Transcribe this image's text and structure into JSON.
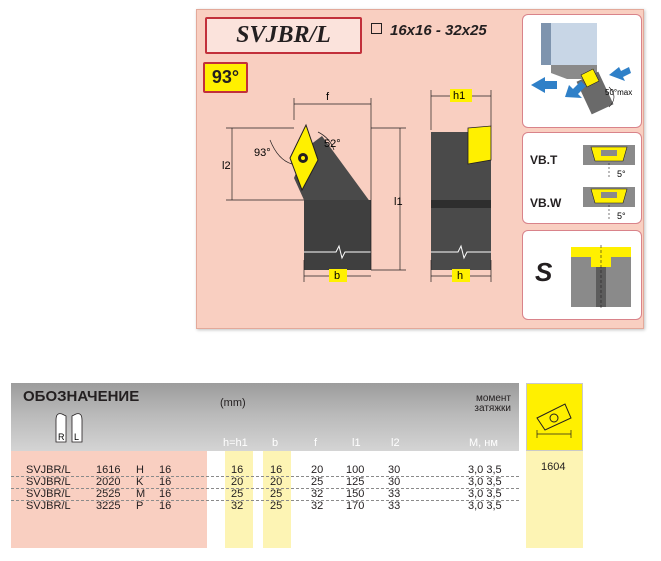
{
  "header": {
    "model": "SVJBR/L",
    "size_range": "16x16 - 32x25",
    "approach_angle": "93°"
  },
  "drawing": {
    "dim_f": "f",
    "dim_h1": "h1",
    "dim_l1": "l1",
    "dim_l2": "l2",
    "dim_b": "b",
    "dim_h": "h",
    "angle_93": "93°",
    "angle_52": "52°"
  },
  "side_panels": {
    "ramp_note": "50°max",
    "vbt_label": "VB.T",
    "vbw_label": "VB.W",
    "clearance": "5°",
    "clamp_type": "S"
  },
  "table": {
    "title": "ОБОЗНАЧЕНИЕ",
    "hand_r": "R",
    "hand_l": "L",
    "units": "(mm)",
    "torque_label_1": "момент",
    "torque_label_2": "затяжки",
    "columns": [
      "h=h1",
      "b",
      "f",
      "l1",
      "l2",
      "M, нм"
    ],
    "rows": [
      {
        "code": "SVJBR/L",
        "size": "1616",
        "len": "H",
        "ic": "16",
        "h": "16",
        "b": "16",
        "f": "20",
        "l1": "100",
        "l2": "30",
        "m": "3,0 3,5"
      },
      {
        "code": "SVJBR/L",
        "size": "2020",
        "len": "K",
        "ic": "16",
        "h": "20",
        "b": "20",
        "f": "25",
        "l1": "125",
        "l2": "30",
        "m": "3,0 3,5"
      },
      {
        "code": "SVJBR/L",
        "size": "2525",
        "len": "M",
        "ic": "16",
        "h": "25",
        "b": "25",
        "f": "32",
        "l1": "150",
        "l2": "33",
        "m": "3,0 3,5"
      },
      {
        "code": "SVJBR/L",
        "size": "3225",
        "len": "P",
        "ic": "16",
        "h": "32",
        "b": "25",
        "f": "32",
        "l1": "170",
        "l2": "33",
        "m": "3,0 3,5"
      }
    ],
    "insert_code": "1604"
  },
  "colors": {
    "card_bg": "#f9cfc1",
    "accent_red": "#c2303b",
    "insert_yellow": "#fff000",
    "band_yellow": "#fdf4b4",
    "header_gray": "#b9b9b9"
  }
}
